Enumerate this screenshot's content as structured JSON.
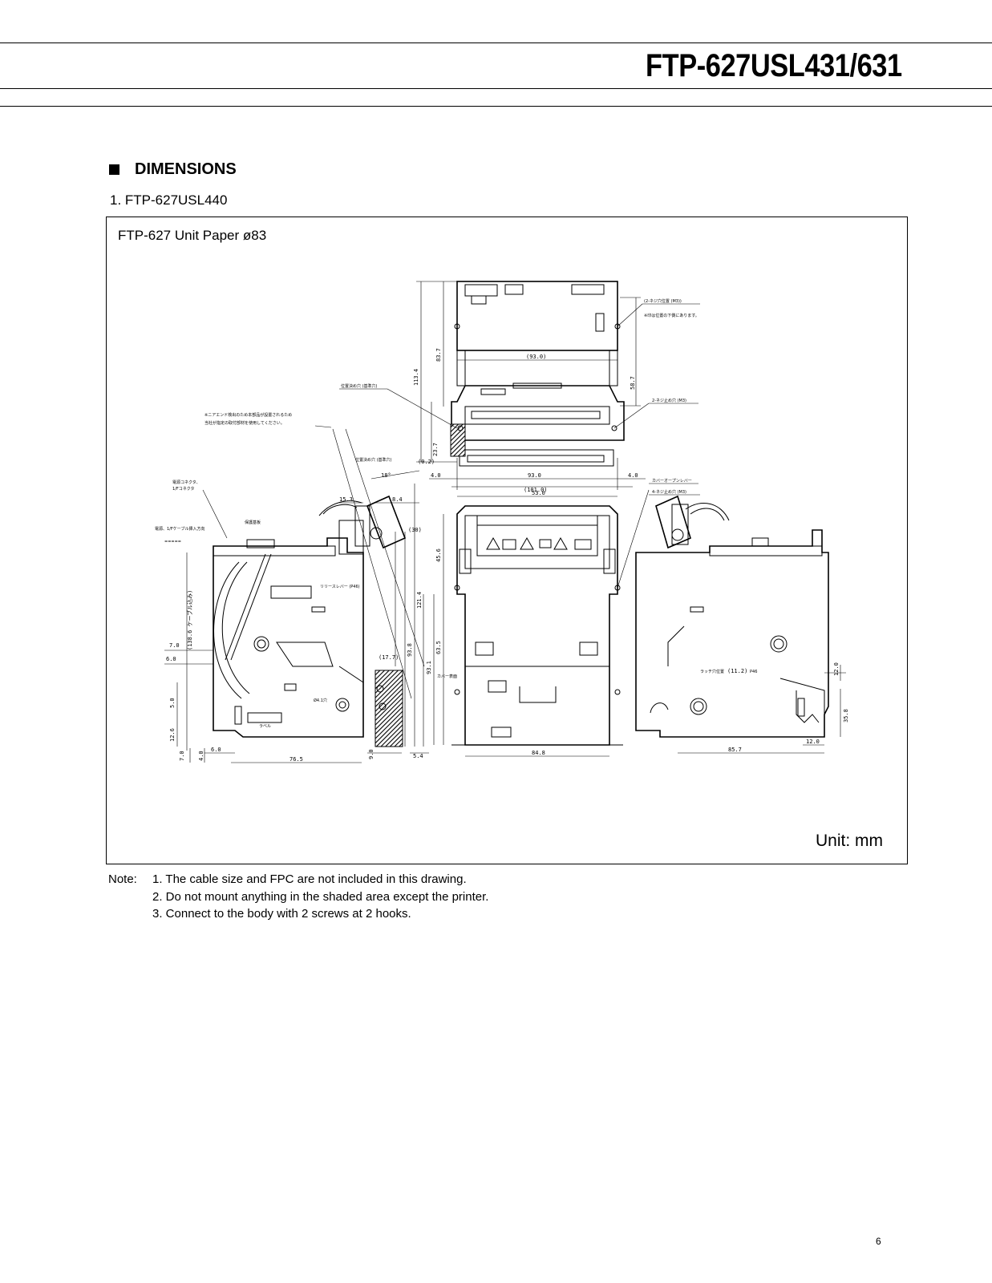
{
  "header": {
    "title": "FTP-627USL431/631"
  },
  "section": {
    "title": "DIMENSIONS",
    "subtitle": "1. FTP-627USL440"
  },
  "figure": {
    "caption": "FTP-627 Unit Paper ø83",
    "unit": "Unit: mm",
    "dims": {
      "d93a": "(93.0)",
      "d93b": "93.0",
      "d101": "(101.0)",
      "d53": "53.0",
      "d4a": "4.0",
      "d4b": "4.0",
      "d113": "113.4",
      "d83": "83.7",
      "d58": "58.7",
      "d23": "23.7",
      "d02": "(0.2)",
      "d18": "18°",
      "d15": "15.3",
      "d84": "8.4",
      "d30": "(30)",
      "d456": "45.6",
      "d635": "63.5",
      "d1214": "121.4",
      "d938": "93.8",
      "d931": "93.1",
      "d138": "(138.6 ケーブル込み)",
      "d70a": "7.0",
      "d60a": "6.0",
      "d50": "5.0",
      "d126": "12.6",
      "d70b": "7.0",
      "d40": "4.0",
      "d60b": "6.0",
      "d765": "76.5",
      "d90": "9.0",
      "d54": "5.4",
      "d177": "(17.7)",
      "d848": "84.8",
      "d857": "85.7",
      "d120a": "12.0",
      "d120b": "12.0",
      "d358": "35.8",
      "d112": "(11.2)"
    }
  },
  "notes": {
    "prefix": "Note:",
    "items": [
      "1. The cable size and FPC are not included in this drawing.",
      "2. Do not mount anything in the shaded area except the printer.",
      "3. Connect to the body with 2 screws at 2 hooks."
    ]
  },
  "page_number": "6"
}
